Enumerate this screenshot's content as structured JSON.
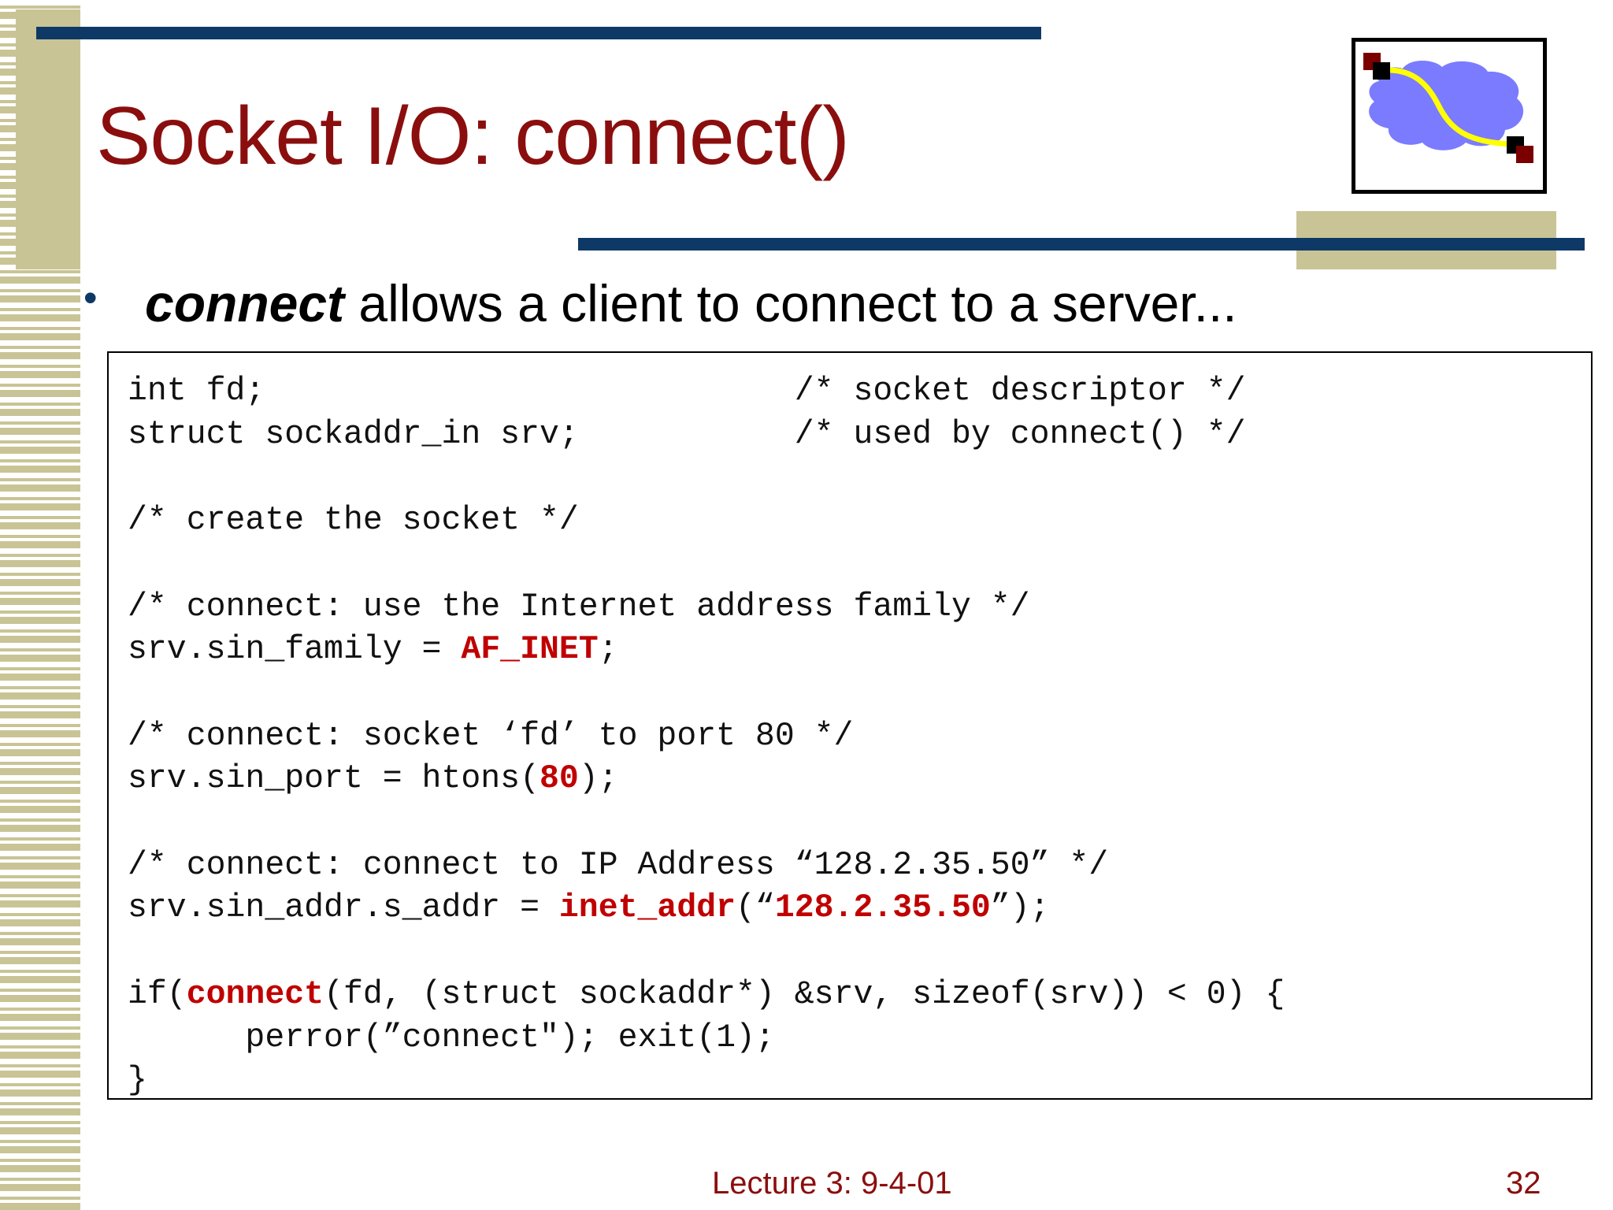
{
  "colors": {
    "title": "#8b0e0e",
    "rule": "#0e3966",
    "accent_tan": "#c9c495",
    "code_highlight": "#c00000",
    "logo_cloud": "#7b7bff",
    "logo_path": "#ffff00",
    "logo_node_dark": "#000000",
    "logo_node_red": "#7a0000"
  },
  "slide": {
    "title": "Socket I/O: connect()",
    "logo_icon": "network-cloud-icon",
    "bullet": {
      "emphasis": "connect",
      "rest": " allows a client to connect to a server..."
    }
  },
  "code": {
    "lines": [
      [
        {
          "t": "int fd;                           /* socket descriptor */"
        }
      ],
      [
        {
          "t": "struct sockaddr_in srv;           /* used by connect() */"
        }
      ],
      [
        {
          "t": ""
        }
      ],
      [
        {
          "t": "/* create the socket */"
        }
      ],
      [
        {
          "t": ""
        }
      ],
      [
        {
          "t": "/* connect: use the Internet address family */"
        }
      ],
      [
        {
          "t": "srv.sin_family = "
        },
        {
          "t": "AF_INET",
          "hl": true
        },
        {
          "t": ";"
        }
      ],
      [
        {
          "t": ""
        }
      ],
      [
        {
          "t": "/* connect: socket ‘fd’ to port 80 */"
        }
      ],
      [
        {
          "t": "srv.sin_port = htons("
        },
        {
          "t": "80",
          "hl": true
        },
        {
          "t": ");"
        }
      ],
      [
        {
          "t": ""
        }
      ],
      [
        {
          "t": "/* connect: connect to IP Address “128.2.35.50” */"
        }
      ],
      [
        {
          "t": "srv.sin_addr.s_addr = "
        },
        {
          "t": "inet_addr",
          "hl": true
        },
        {
          "t": "(“"
        },
        {
          "t": "128.2.35.50",
          "hl": true
        },
        {
          "t": "”);"
        }
      ],
      [
        {
          "t": ""
        }
      ],
      [
        {
          "t": "if("
        },
        {
          "t": "connect",
          "hl": true
        },
        {
          "t": "(fd, (struct sockaddr*) &srv, sizeof(srv)) < 0) {"
        }
      ],
      [
        {
          "t": "      perror(”connect\"); exit(1);"
        }
      ],
      [
        {
          "t": "}"
        }
      ]
    ]
  },
  "footer": {
    "lecture": "Lecture 3: 9-4-01",
    "page_number": "32"
  }
}
